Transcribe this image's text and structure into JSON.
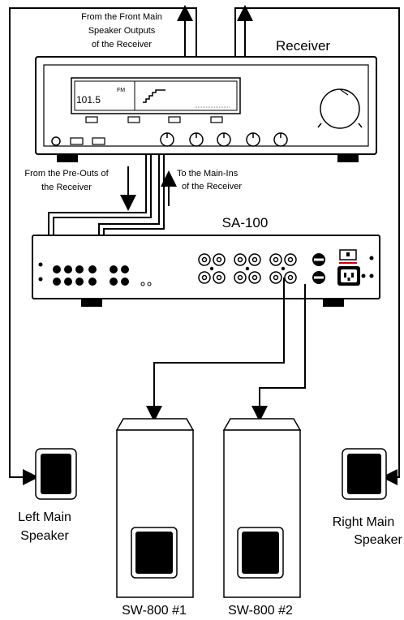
{
  "labels": {
    "front_main_outputs": [
      "From the Front Main",
      "Speaker Outputs",
      "of the Receiver"
    ],
    "receiver": "Receiver",
    "pre_outs": [
      "From the Pre-Outs of",
      "the Receiver"
    ],
    "main_ins": [
      "To the Main-Ins",
      "of the Receiver"
    ],
    "sa100": "SA-100",
    "left_speaker": [
      "Left Main",
      "Speaker"
    ],
    "right_speaker": [
      "Right Main",
      "Speaker"
    ],
    "sw1": "SW-800 #1",
    "sw2": "SW-800 #2"
  },
  "display": {
    "frequency": "101.5",
    "band": "FM"
  }
}
